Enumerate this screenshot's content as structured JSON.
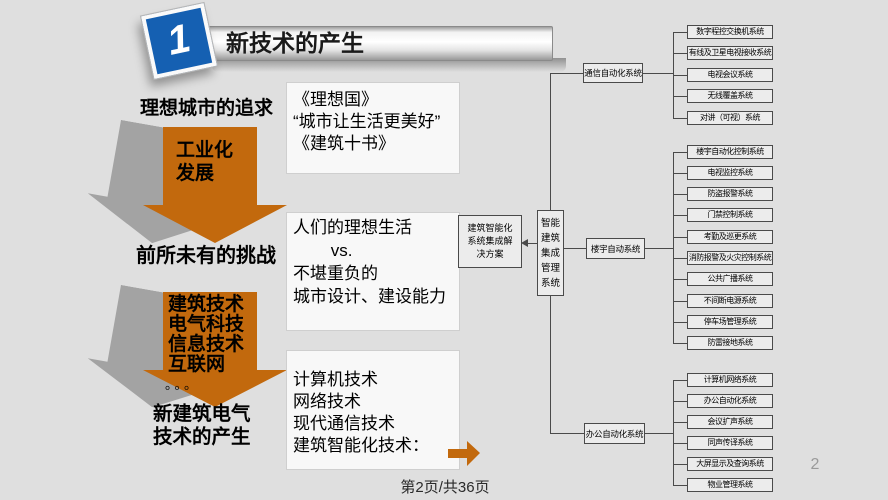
{
  "slide": {
    "badge_number": "1",
    "title": "新技术的产生",
    "footer": "第2页/共36页",
    "page_number": "2"
  },
  "left_flow": {
    "top_label": "理想城市的追求",
    "arrow1_text": "工业化\n发展",
    "middle_label": "前所未有的挑战",
    "arrow2_text": "建筑技术\n电气科技\n信息技术\n互联网",
    "arrow2_dots": "。。。",
    "bottom_label": "新建筑电气\n技术的产生"
  },
  "middle_boxes": {
    "box1": "《理想国》\n“城市让生活更美好”\n《建筑十书》",
    "box2": "人们的理想生活\n        vs.\n不堪重负的\n城市设计、建设能力",
    "box3": "计算机技术\n网络技术\n现代通信技术\n建筑智能化技术："
  },
  "integration": {
    "solution_box": "建筑智能化\n系统集成解\n决方案",
    "manager_box": "智能\n建筑\n集成\n管理\n系统"
  },
  "tree": {
    "groups": [
      {
        "branch": "通信自动化系统",
        "leaves": [
          "数字程控交换机系统",
          "有线及卫星电视接收系统",
          "电视会议系统",
          "无线覆盖系统",
          "对讲（可视）系统"
        ]
      },
      {
        "branch": "楼宇自动系统",
        "leaves": [
          "楼宇自动化控制系统",
          "电视监控系统",
          "防盗报警系统",
          "门禁控制系统",
          "考勤及巡更系统",
          "消防报警及火灾控制系统",
          "公共广播系统",
          "不间断电源系统",
          "停车场管理系统",
          "防雷接地系统"
        ]
      },
      {
        "branch": "办公自动化系统",
        "leaves": [
          "计算机网络系统",
          "办公自动化系统",
          "会议扩声系统",
          "同声传译系统",
          "大屏显示及查询系统",
          "物业管理系统"
        ]
      }
    ]
  },
  "colors": {
    "accent_orange": "#C2690D",
    "badge_blue": "#1560B2",
    "line_gray": "#4A4A4A"
  }
}
